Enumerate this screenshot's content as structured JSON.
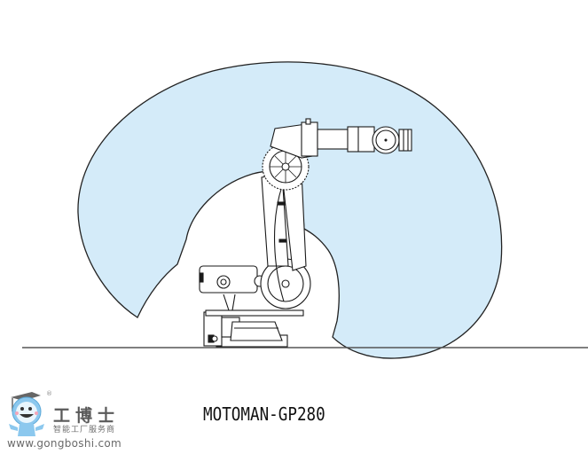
{
  "diagram": {
    "title": "MOTOMAN-GP280",
    "subject": "Industrial robot working envelope (side view)",
    "colors": {
      "envelope_fill": "#d4ebf9",
      "envelope_stroke": "#222222",
      "floor_line": "#555555",
      "robot_stroke": "#1a1a1a",
      "robot_fill": "#ffffff"
    }
  },
  "logo": {
    "brand_cn": "工博士",
    "tagline_cn": "智能工厂服务商",
    "url": "www.gongboshi.com",
    "registered_mark": "®",
    "colors": {
      "mascot_body": "#8cc8ee",
      "cap": "#666666",
      "text": "#5a5a5a"
    }
  }
}
